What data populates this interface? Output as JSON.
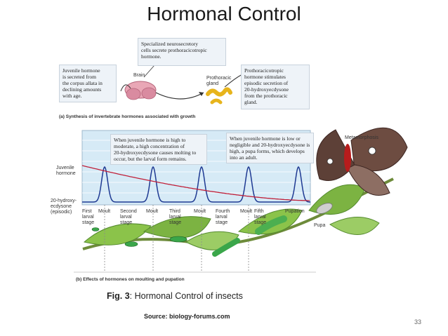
{
  "slide": {
    "title": "Hormonal Control",
    "caption_prefix": "Fig. 3",
    "caption_text": ":  Hormonal Control of insects",
    "source": "Source: biology-forums.com",
    "page_number": "33"
  },
  "panel_a": {
    "neurosecretory_note": "Specialized neurosecretory\ncells secrete prothoracicotropic\nhormone.",
    "juvenile_note": "Juvenile hormone\nis secreted from\nthe corpus allata in\ndeclining amounts\nwith age.",
    "ptth_note": "Prothoracicotropic\nhormone stimulates\nepisodic secretion of\n20-hydroxyecdysone\nfrom the prothoracic\ngland.",
    "brain_label": "Brain",
    "gland_label": "Prothoracic\ngland",
    "heading": "(a) Synthesis of invertebrate hormones associated with growth"
  },
  "panel_b": {
    "high_jh_note": "When juvenile hormone is high to\nmoderate, a high concentration of\n20-hydroxyecdysone causes molting to\noccur, but the larval form remains.",
    "low_jh_note": "When juvenile hormone is low or\nnegligible and 20-hydroxyecdysone is\nhigh, a pupa forms, which develops\ninto an adult.",
    "juvenile_label": "Juvenile\nhormone",
    "ecdysone_label": "20-hydroxy-\necdysone\n(episodic)",
    "stages": [
      "First\nlarval\nstage",
      "Moult",
      "Second\nlarval\nstage",
      "Moult",
      "Third\nlarval\nstage",
      "Moult",
      "Fourth\nlarval\nstage",
      "Moult",
      "Fifth\nlarval\nstage",
      "Pupation"
    ],
    "metamorphosis_label": "Metamorphosis",
    "pupa_label": "Pupa",
    "heading": "(b) Effects of hormones on moulting and pupation"
  },
  "colors": {
    "graph_fill": "#d6eaf6",
    "ecdysone_curve": "#1f3a93",
    "juvenile_curve": "#c0203a",
    "leaf_green": "#7cb342",
    "caterpillar_green": "#3aa64a"
  }
}
